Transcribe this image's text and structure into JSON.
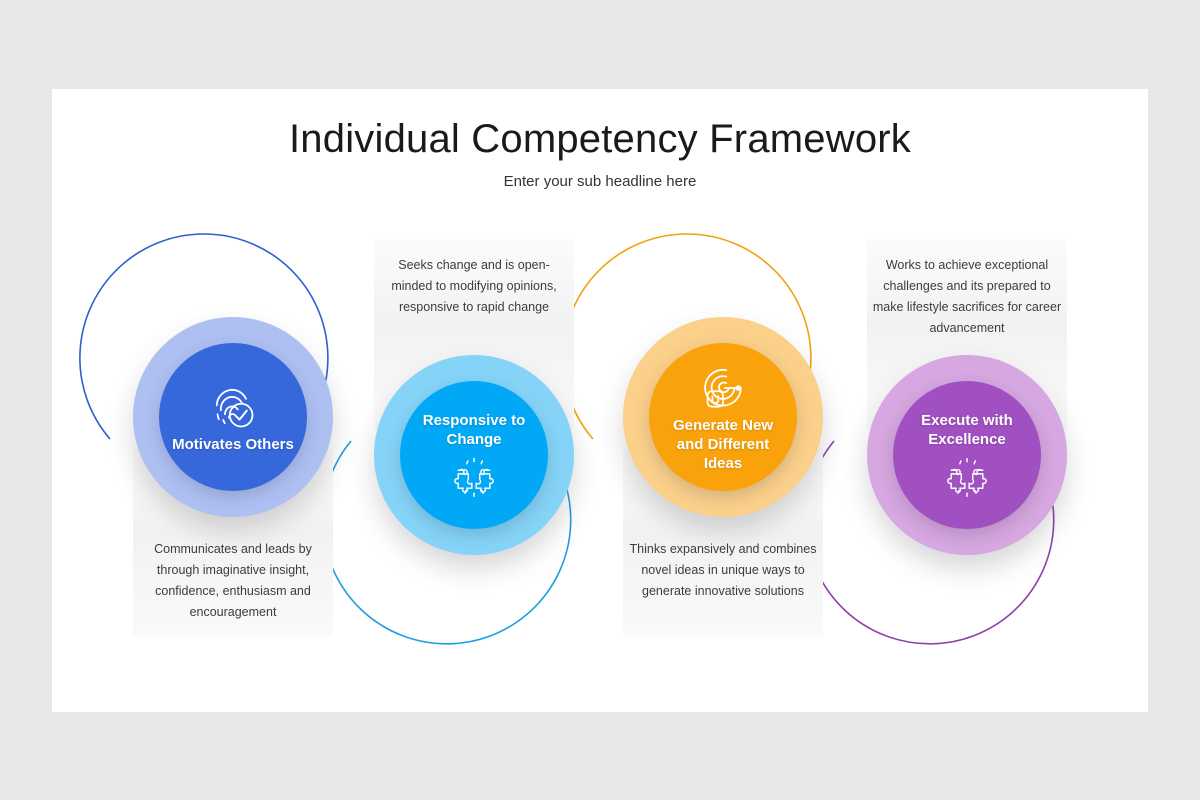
{
  "slide": {
    "title": "Individual Competency Framework",
    "subtitle": "Enter your sub headline here",
    "background": "#e8e6e7",
    "surface": "#ffffff"
  },
  "chart_data": {
    "type": "diagram",
    "layout": "zigzag-circular-process",
    "title": "Individual Competency Framework",
    "subtitle": "Enter your sub headline here",
    "step_count": 4,
    "connector_style": "curved-arrow",
    "steps": [
      {
        "index": 1,
        "label": "Motivates Others",
        "description": "Communicates and leads by through imaginative insight, confidence, enthusiasm and encouragement",
        "description_position": "below",
        "icon": "fingerprint-check-icon",
        "icon_position": "above-label",
        "core_color": "#3668dc",
        "ring_color": "#aec0f2",
        "connector_color": "#2f5fd0",
        "connector_direction": "down"
      },
      {
        "index": 2,
        "label": "Responsive to Change",
        "description": "Seeks change and is open-minded to modifying opinions, responsive to rapid change",
        "description_position": "above",
        "icon": "puzzle-pieces-icon",
        "icon_position": "below-label",
        "core_color": "#00a8f5",
        "ring_color": "#85d4f8",
        "connector_color": "#1e9fe0",
        "connector_direction": "up"
      },
      {
        "index": 3,
        "label": "Generate New and Different Ideas",
        "description": "Thinks expansively and combines novel ideas in unique ways to generate innovative solutions",
        "description_position": "below",
        "icon": "target-arrow-icon",
        "icon_position": "above-label",
        "core_color": "#f9a20b",
        "ring_color": "#fbd08a",
        "connector_color": "#f2a012",
        "connector_direction": "down"
      },
      {
        "index": 4,
        "label": "Execute with Excellence",
        "description": "Works to achieve exceptional challenges and its prepared to make lifestyle sacrifices for career advancement",
        "description_position": "above",
        "icon": "puzzle-pieces-icon",
        "icon_position": "below-label",
        "core_color": "#a050c0",
        "ring_color": "#d6a7e0",
        "connector_color": "#8f3fb0",
        "connector_direction": "up"
      }
    ]
  }
}
